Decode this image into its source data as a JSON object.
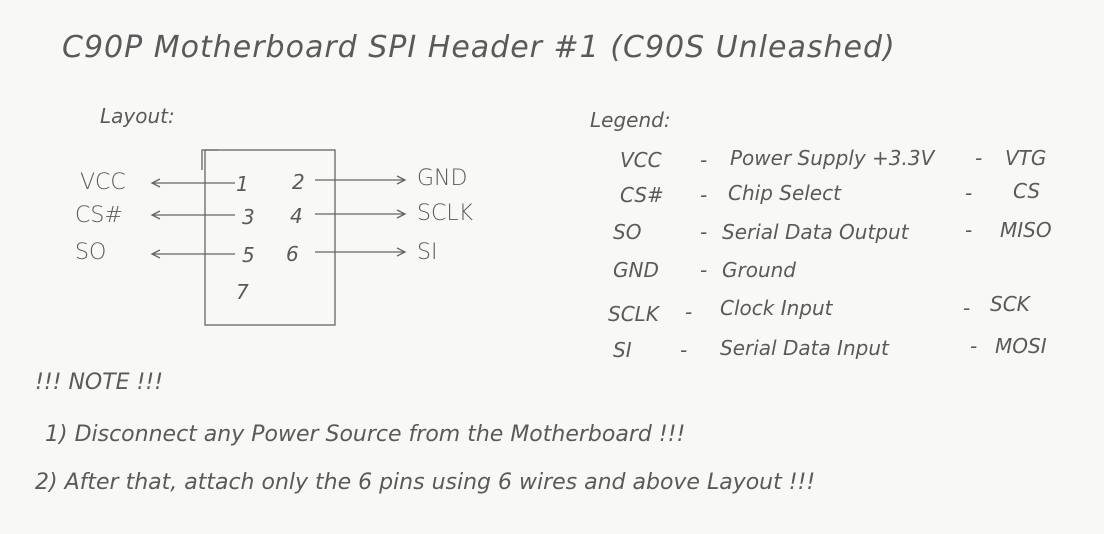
{
  "title": "C90P Motherboard SPI Header #1 (C90S Unleashed)",
  "layout_label": "Layout:",
  "legend_label": "Legend:",
  "header": {
    "left": [
      {
        "signal": "VCC",
        "pin": "1"
      },
      {
        "signal": "CS#",
        "pin": "3"
      },
      {
        "signal": "SO",
        "pin": "5"
      },
      {
        "signal": "",
        "pin": "7"
      }
    ],
    "right": [
      {
        "signal": "GND",
        "pin": "2"
      },
      {
        "signal": "SCLK",
        "pin": "4"
      },
      {
        "signal": "SI",
        "pin": "6"
      }
    ]
  },
  "legend": [
    {
      "abbr": "VCC",
      "desc": "Power Supply +3.3V",
      "alias": "VTG"
    },
    {
      "abbr": "CS#",
      "desc": "Chip Select",
      "alias": "CS"
    },
    {
      "abbr": "SO",
      "desc": "Serial Data Output",
      "alias": "MISO"
    },
    {
      "abbr": "GND",
      "desc": "Ground",
      "alias": ""
    },
    {
      "abbr": "SCLK",
      "desc": "Clock Input",
      "alias": "SCK"
    },
    {
      "abbr": "SI",
      "desc": "Serial Data Input",
      "alias": "MOSI"
    }
  ],
  "note": {
    "heading": "!!! NOTE !!!",
    "items": [
      "1) Disconnect any Power Source from the Motherboard !!!",
      "2) After that, attach only the 6 pins using 6 wires and above Layout !!!"
    ]
  }
}
